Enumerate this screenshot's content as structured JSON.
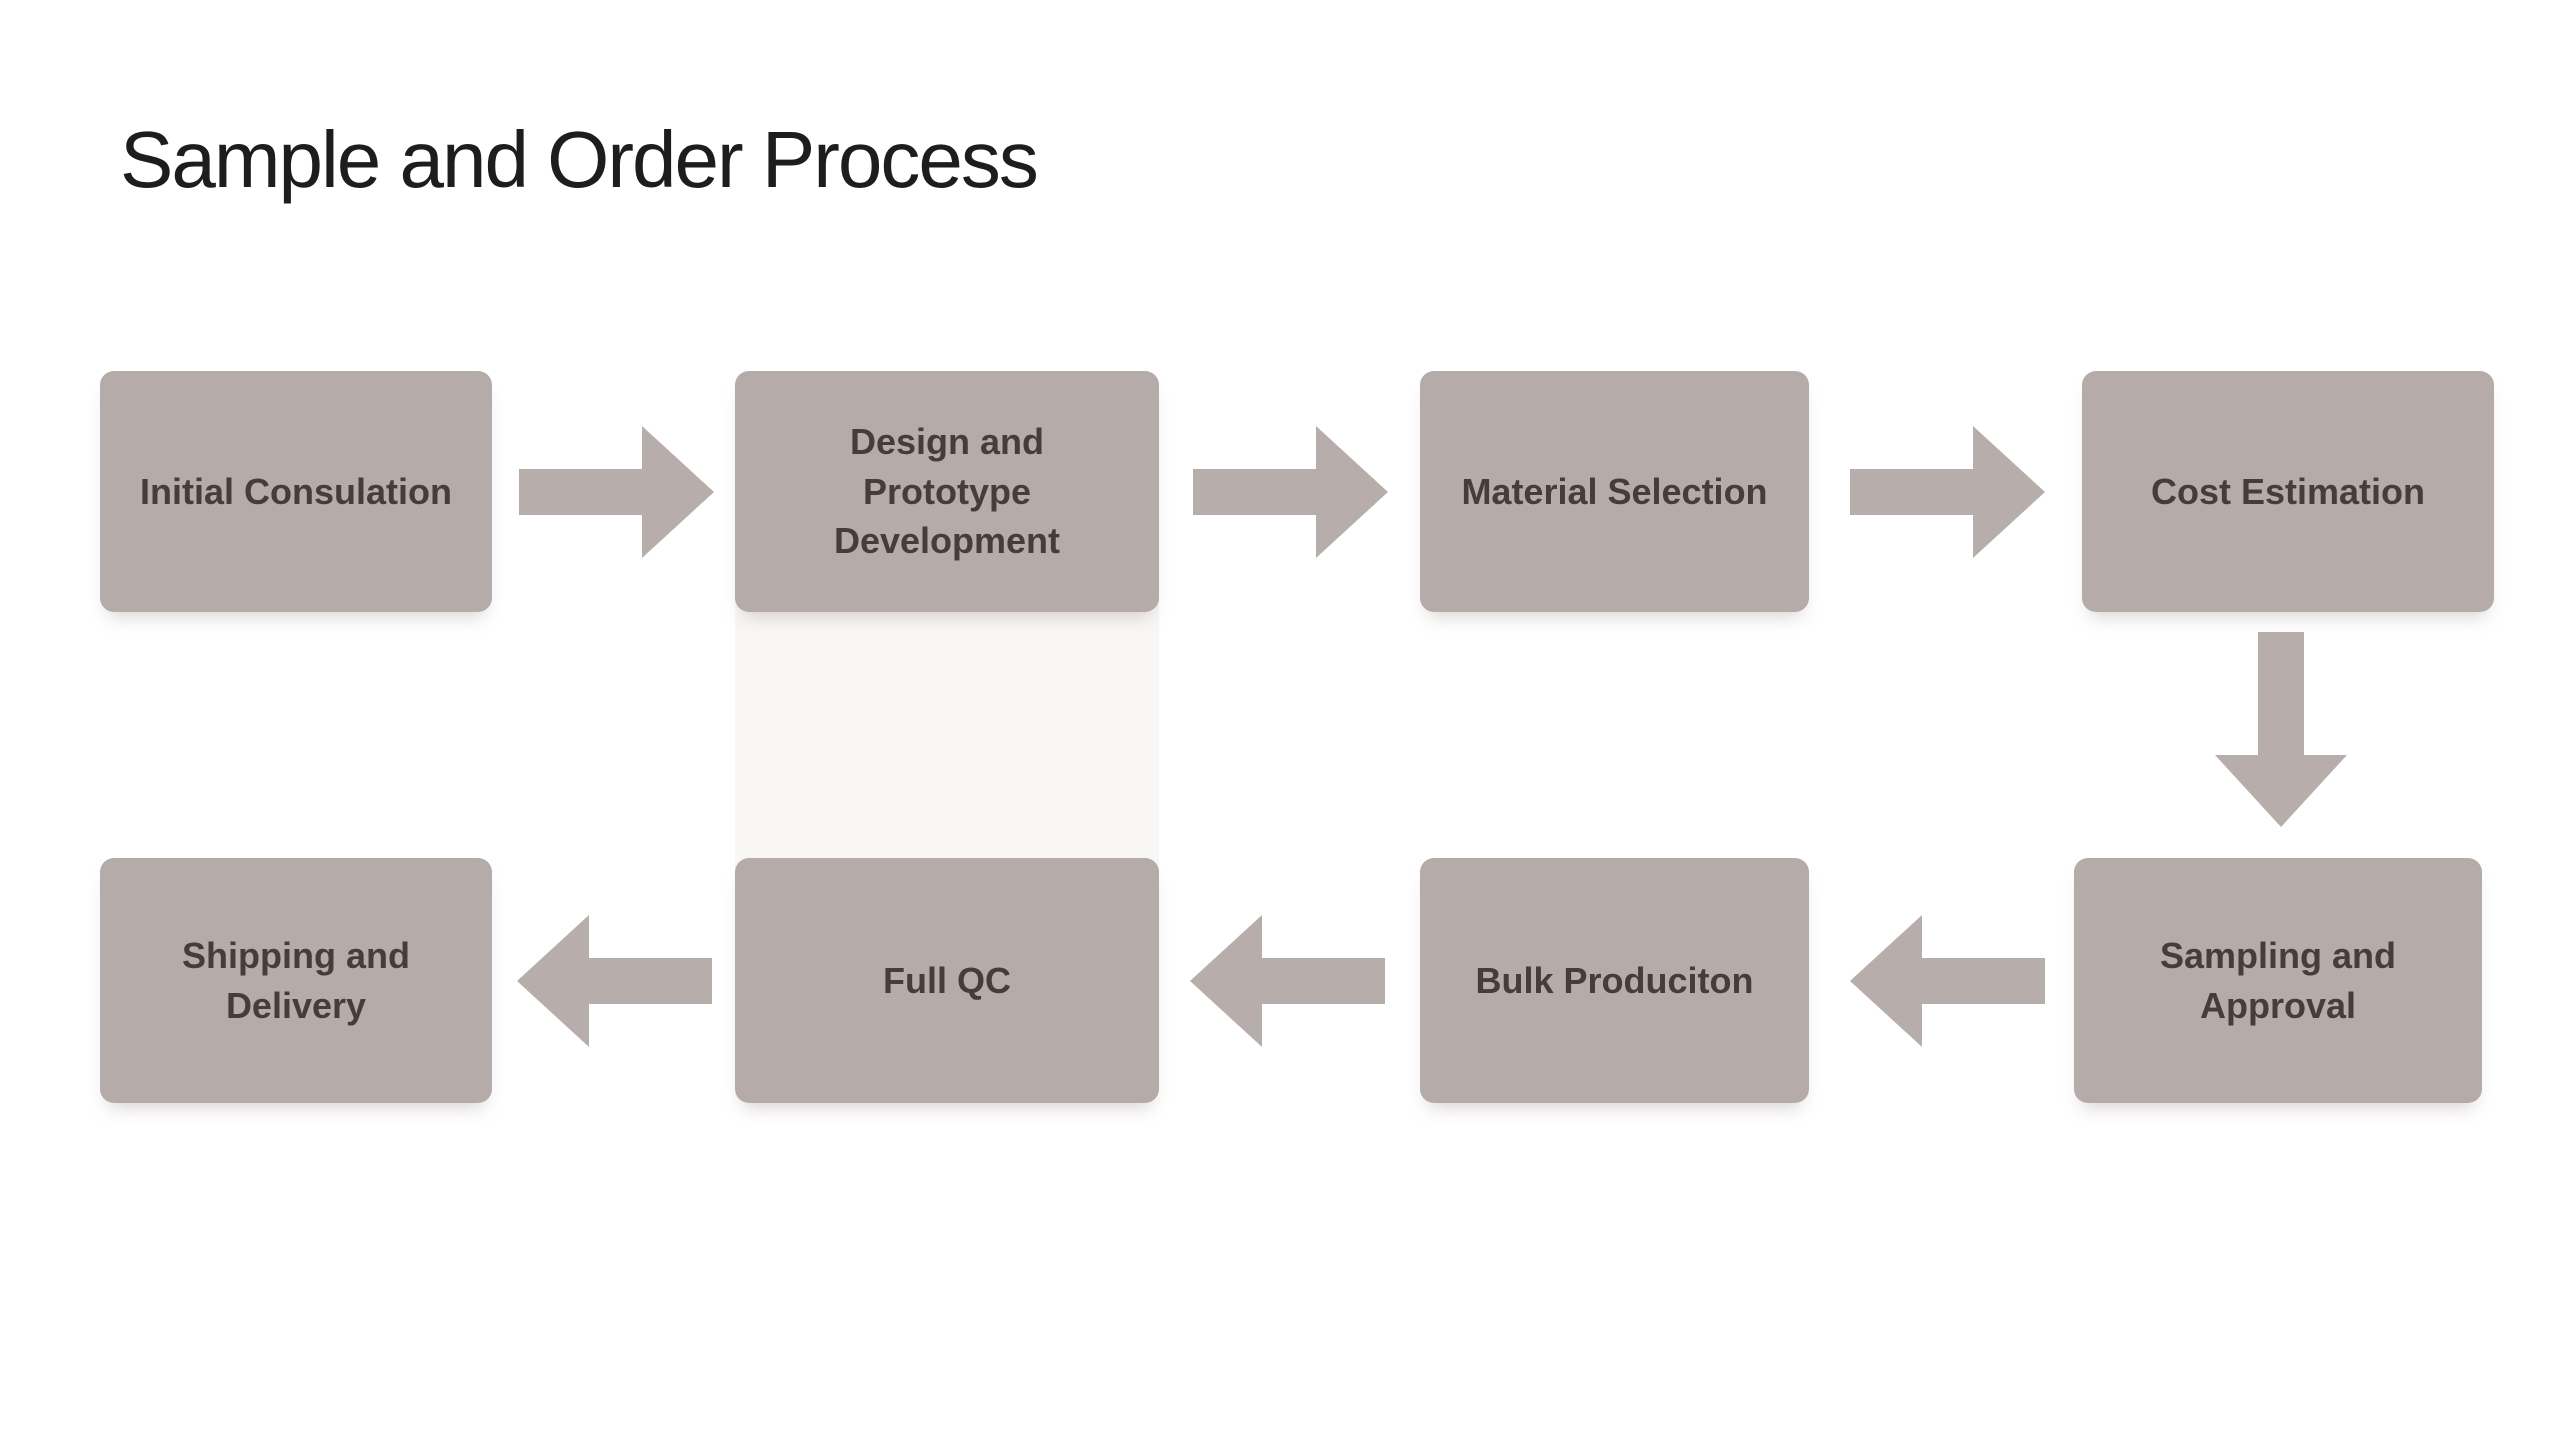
{
  "title": "Sample and Order Process",
  "colors": {
    "background": "#ffffff",
    "box_fill": "#b5acaa",
    "arrow_fill": "#b7aeac",
    "box_text": "#453d3a",
    "title_text": "#1e1c1c",
    "ghost_band": "#f9f7f6"
  },
  "flowchart": {
    "steps": [
      {
        "id": 1,
        "label": "Initial Consulation"
      },
      {
        "id": 2,
        "label": "Design and\nPrototype\nDevelopment"
      },
      {
        "id": 3,
        "label": "Material Selection"
      },
      {
        "id": 4,
        "label": "Cost Estimation"
      },
      {
        "id": 5,
        "label": "Sampling and\nApproval"
      },
      {
        "id": 6,
        "label": "Bulk Produciton"
      },
      {
        "id": 7,
        "label": "Full QC"
      },
      {
        "id": 8,
        "label": "Shipping and\nDelivery"
      }
    ],
    "connections": [
      {
        "from_step": 1,
        "to_step": 2,
        "direction": "right"
      },
      {
        "from_step": 2,
        "to_step": 3,
        "direction": "right"
      },
      {
        "from_step": 3,
        "to_step": 4,
        "direction": "right"
      },
      {
        "from_step": 4,
        "to_step": 5,
        "direction": "down"
      },
      {
        "from_step": 5,
        "to_step": 6,
        "direction": "left"
      },
      {
        "from_step": 6,
        "to_step": 7,
        "direction": "left"
      },
      {
        "from_step": 7,
        "to_step": 8,
        "direction": "left"
      }
    ]
  }
}
